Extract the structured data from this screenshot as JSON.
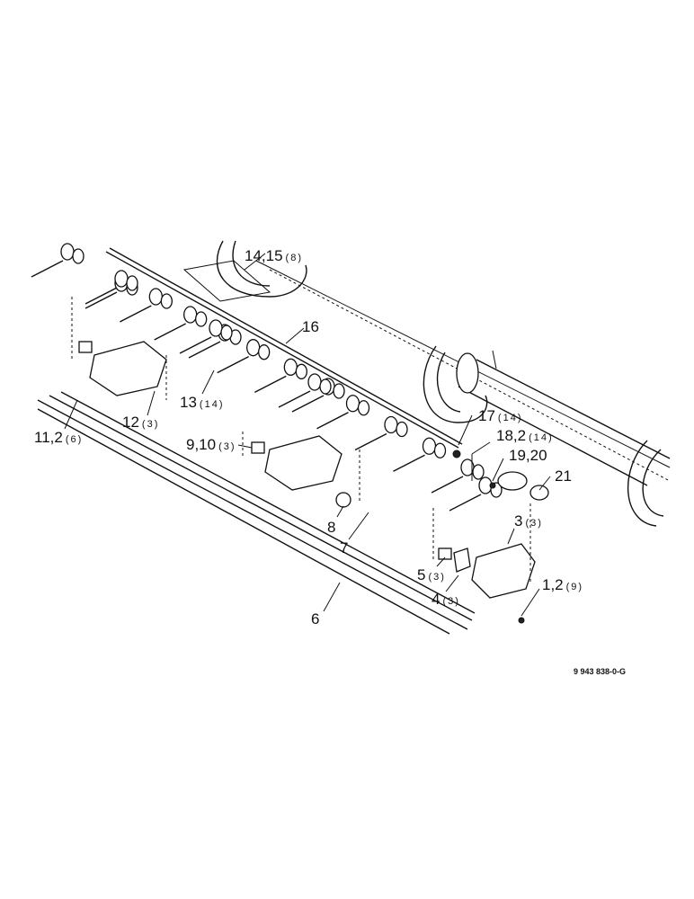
{
  "document_number": "9 943 838-0-G",
  "callouts": [
    {
      "id": "c1",
      "label": "14,15",
      "qty": "(8)"
    },
    {
      "id": "c2",
      "label": "16",
      "qty": ""
    },
    {
      "id": "c3",
      "label": "13",
      "qty": "(14)"
    },
    {
      "id": "c4",
      "label": "12",
      "qty": "(3)"
    },
    {
      "id": "c5",
      "label": "11,2",
      "qty": "(6)"
    },
    {
      "id": "c6",
      "label": "9,10",
      "qty": "(3)"
    },
    {
      "id": "c7",
      "label": "17",
      "qty": "(14)"
    },
    {
      "id": "c8",
      "label": "18,2",
      "qty": "(14)"
    },
    {
      "id": "c9",
      "label": "19,20",
      "qty": ""
    },
    {
      "id": "c10",
      "label": "21",
      "qty": ""
    },
    {
      "id": "c11",
      "label": "8",
      "qty": ""
    },
    {
      "id": "c12",
      "label": "7",
      "qty": ""
    },
    {
      "id": "c13",
      "label": "3",
      "qty": "(3)"
    },
    {
      "id": "c14",
      "label": "5",
      "qty": "(3)"
    },
    {
      "id": "c15",
      "label": "4",
      "qty": "(3)"
    },
    {
      "id": "c16",
      "label": "1,2",
      "qty": "(9)"
    },
    {
      "id": "c17",
      "label": "6",
      "qty": ""
    }
  ]
}
